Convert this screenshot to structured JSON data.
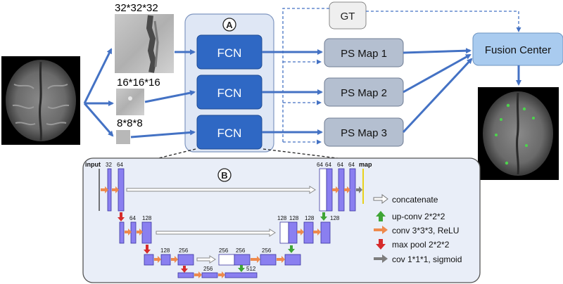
{
  "patch_sizes": [
    "32*32*32",
    "16*16*16",
    "8*8*8"
  ],
  "section_a": "A",
  "section_b": "B",
  "fcn_label": "FCN",
  "ps_maps": [
    "PS Map 1",
    "PS Map 2",
    "PS Map 3"
  ],
  "gt_label": "GT",
  "fusion_label": "Fusion Center",
  "unet": {
    "input_label": "input",
    "map_label": "map",
    "channels": {
      "l1_a": "32",
      "l1_b": "64",
      "l2_a": "64",
      "l2_b": "128",
      "l3_a": "128",
      "l3_b": "256",
      "l4_a": "256",
      "l4_b": "512",
      "d3_a": "256",
      "d3_b": "256",
      "d3_c": "256",
      "d2_a": "128",
      "d2_b": "128",
      "d2_c": "128",
      "d2_d": "128",
      "d1_a": "64",
      "d1_b": "64",
      "d1_c": "64",
      "d1_d": "64"
    }
  },
  "legend": [
    {
      "label": "concatenate",
      "icon": "hollow-arrow-icon",
      "color": "#ffffff"
    },
    {
      "label": "up-conv 2*2*2",
      "icon": "up-arrow-icon",
      "color": "#3fa535"
    },
    {
      "label": "conv 3*3*3, ReLU",
      "icon": "right-arrow-icon",
      "color": "#ee8a4d"
    },
    {
      "label": "max pool 2*2*2",
      "icon": "down-arrow-icon",
      "color": "#d62b2b"
    },
    {
      "label": "cov 1*1*1, sigmoid",
      "icon": "gray-arrow-icon",
      "color": "#7d7d7d"
    }
  ],
  "colors": {
    "fcn_fill": "#2f68c4",
    "arrow": "#4472c4",
    "panel_fill": "#e9eef8",
    "ps_fill": "#b4bfd0",
    "fusion_fill": "#a9cbef",
    "block_fill": "#8a7ff0"
  }
}
